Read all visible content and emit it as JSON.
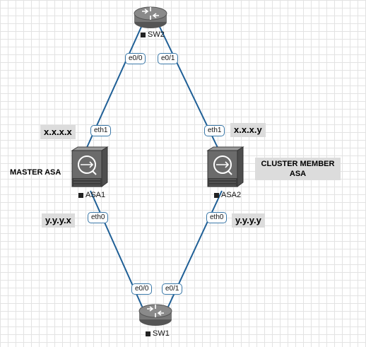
{
  "nodes": {
    "sw2": {
      "label": "SW2"
    },
    "asa1": {
      "label": "ASA1"
    },
    "asa2": {
      "label": "ASA2"
    },
    "sw1": {
      "label": "SW1"
    }
  },
  "ports": {
    "sw2_left": "e0/0",
    "sw2_right": "e0/1",
    "asa1_eth1": "eth1",
    "asa2_eth1": "eth1",
    "asa1_eth0": "eth0",
    "asa2_eth0": "eth0",
    "sw1_left": "e0/0",
    "sw1_right": "e0/1"
  },
  "annotations": {
    "asa1_outside_ip": "x.x.x.x",
    "asa2_outside_ip": "x.x.x.y",
    "asa1_inside_ip": "y.y.y.x",
    "asa2_inside_ip": "y.y.y.y",
    "master_label": "MASTER ASA",
    "member_line1": "CLUSTER MEMBER",
    "member_line2": "ASA"
  },
  "colors": {
    "link": "#1f5f96",
    "port_border": "#3a78a8",
    "device_fill": "#6b6b6b",
    "note_bg": "#dcdcdc"
  }
}
